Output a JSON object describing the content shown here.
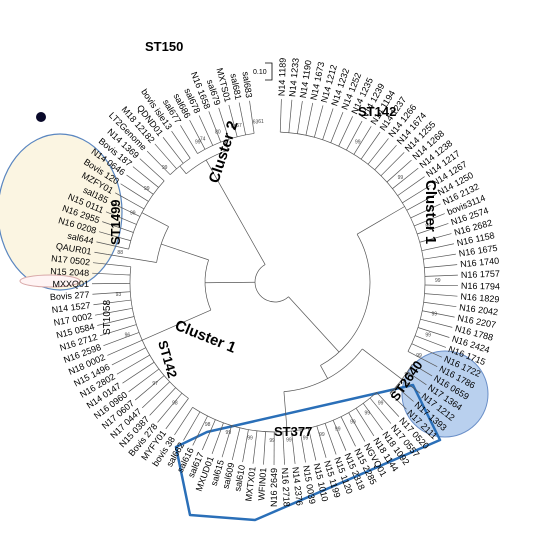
{
  "scale_label": "0.10",
  "colors": {
    "box_blue": "#2a6fb8",
    "circle_fill": "#fbf5e2",
    "circle_stroke": "#5a86c0",
    "blue_fill": "#b9d0ee",
    "pink_stroke": "#d8a8a8",
    "dot": "#0a0a2a"
  },
  "clusters": {
    "c2": "Cluster 2",
    "c1_right": "Cluster 1",
    "c1_inner": "Cluster 1"
  },
  "sts": {
    "st150": "ST150",
    "st142_top": "ST142",
    "st1499": "ST1499",
    "st1058": "ST1058",
    "st142_left": "ST142",
    "st377": "ST377",
    "st2640": "ST2640"
  },
  "leaves": [
    "N14 1189",
    "N14 1233",
    "N14 1190",
    "N14 1673",
    "N14 1212",
    "N14 1232",
    "N14 1252",
    "N14 1235",
    "N14 1239",
    "N14 1194",
    "N14 1237",
    "N14 1266",
    "N14 1674",
    "N14 1255",
    "N14 1268",
    "N14 1238",
    "N14 1217",
    "N14 1267",
    "N14 1250",
    "N16 2132",
    "bovis3114",
    "N16 2574",
    "N16 2682",
    "N16 1158",
    "N16 1675",
    "N16 1740",
    "N16 1757",
    "N16 1794",
    "N16 1829",
    "N16 2042",
    "N16 2207",
    "N16 1788",
    "N16 2424",
    "N16 1715",
    "N16 1722",
    "N16 1786",
    "N16 0659",
    "N17 1364",
    "N17 1212",
    "N17 1393",
    "N17 2111",
    "N17 0520",
    "N17 0557",
    "N18 1092",
    "N18 1144",
    "NGVQ01",
    "N15 2285",
    "N15 2318",
    "N15 1120",
    "N15 1199",
    "N15 1010",
    "N15 0039",
    "N14 2376",
    "N16 2718",
    "N16 2649",
    "WFIN01",
    "MXTX01",
    "sal610",
    "sal609",
    "sal615",
    "MXUD01",
    "sal617",
    "sal616",
    "sal682",
    "bovis 38",
    "MYFY01",
    "Bovis 278",
    "N15 0387",
    "N17 0447",
    "N17 0607",
    "N16 0960",
    "N14 0147",
    "N16 2802",
    "N15 1496",
    "N18 0002",
    "N16 2598",
    "N16 2712",
    "N15 0584",
    "N17 0002",
    "N14 1527",
    "Bovis 277",
    "MXXQ01",
    "N15 2048",
    "N17 0502",
    "QAUR01",
    "sal644",
    "N16 0208",
    "N16 2955",
    "N15 0111",
    "sal185",
    "MZFY01",
    "Bovis 120",
    "N14 0646",
    "Bovis 187",
    "N14 1369",
    "LT2Genome",
    "M18 12182",
    "QDND01",
    "bovis isle13",
    "sal677",
    "sal686",
    "sal678",
    "N16 1658",
    "sal679",
    "MXTS01",
    "sal681",
    "sal683"
  ],
  "bootstrap": [
    "99",
    "99",
    "99",
    "99",
    "99",
    "99",
    "99",
    "99",
    "99",
    "99",
    "99",
    "99",
    "99",
    "99",
    "99",
    "99",
    "99",
    "99",
    "99",
    "98",
    "98",
    "97",
    "96",
    "93",
    "88",
    "74",
    "80",
    "63",
    "67",
    "63",
    "61",
    "99",
    "99",
    "99",
    "99"
  ]
}
